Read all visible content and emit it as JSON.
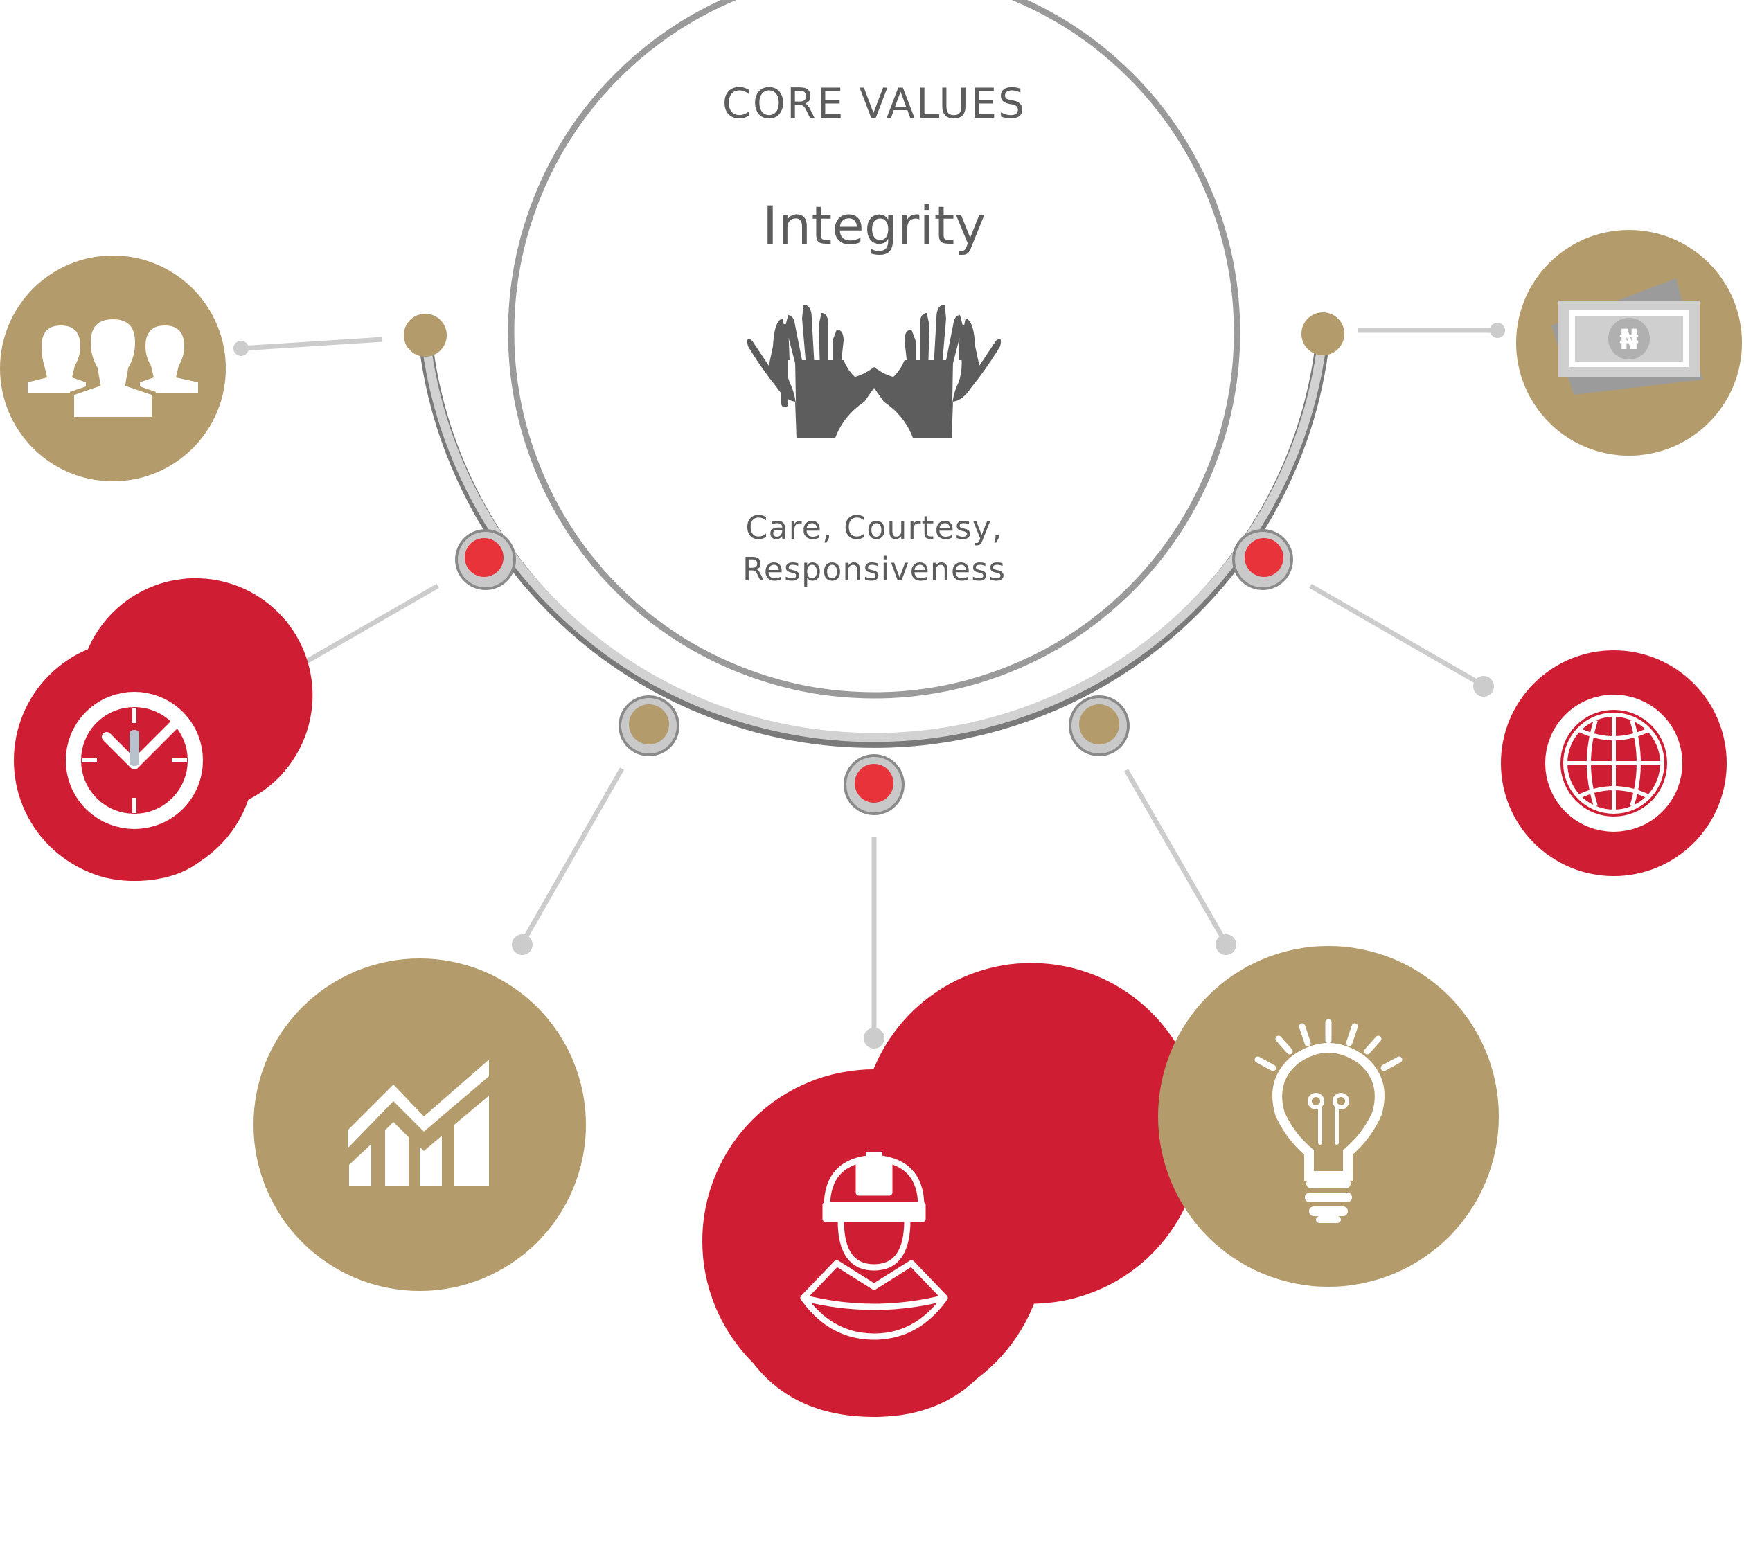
{
  "header": {
    "title": "CORE VALUES",
    "value": "Integrity",
    "subtitle_line1": "Care, Courtesy,",
    "subtitle_line2": "Responsiveness"
  },
  "colors": {
    "gold": "#b39b6b",
    "red": "#cf1e33",
    "dot_red": "#e8333a",
    "grey": "#8f8f8f",
    "light_grey": "#cccccc",
    "icon_dark": "#5d5d5d"
  },
  "icons": [
    {
      "name": "team-icon",
      "color": "gold"
    },
    {
      "name": "clock-icon",
      "color": "red"
    },
    {
      "name": "growth-chart-icon",
      "color": "gold"
    },
    {
      "name": "worker-helmet-icon",
      "color": "red"
    },
    {
      "name": "lightbulb-icon",
      "color": "gold"
    },
    {
      "name": "globe-icon",
      "color": "red"
    },
    {
      "name": "naira-banknote-icon",
      "color": "gold"
    }
  ],
  "currency_symbol": "₦"
}
